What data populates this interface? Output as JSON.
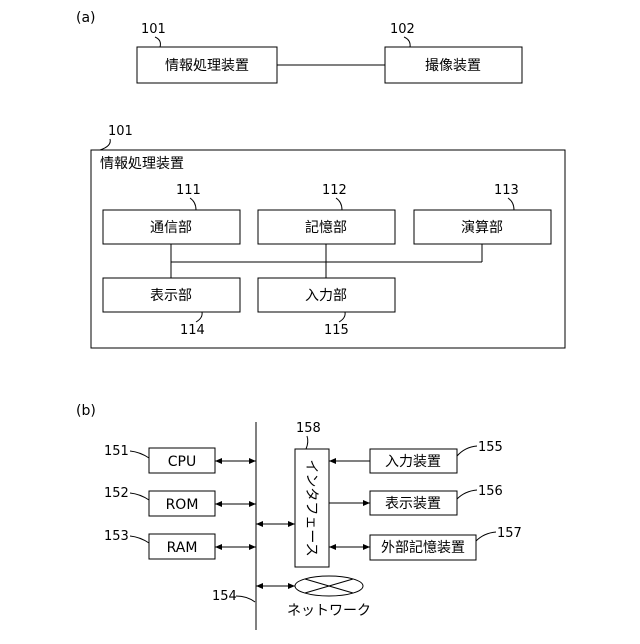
{
  "part_a": {
    "marker": "(a)",
    "top": {
      "info_device": {
        "ref": "101",
        "label": "情報処理装置"
      },
      "camera": {
        "ref": "102",
        "label": "撮像装置"
      }
    },
    "detail": {
      "ref": "101",
      "title": "情報処理装置",
      "units": {
        "comm": {
          "ref": "111",
          "label": "通信部"
        },
        "storage": {
          "ref": "112",
          "label": "記憶部"
        },
        "compute": {
          "ref": "113",
          "label": "演算部"
        },
        "display": {
          "ref": "114",
          "label": "表示部"
        },
        "input": {
          "ref": "115",
          "label": "入力部"
        }
      }
    }
  },
  "part_b": {
    "marker": "(b)",
    "cpu": {
      "ref": "151",
      "label": "CPU"
    },
    "rom": {
      "ref": "152",
      "label": "ROM"
    },
    "ram": {
      "ref": "153",
      "label": "RAM"
    },
    "bus": {
      "ref": "154"
    },
    "input_device": {
      "ref": "155",
      "label": "入力装置"
    },
    "display_device": {
      "ref": "156",
      "label": "表示装置"
    },
    "external_storage": {
      "ref": "157",
      "label": "外部記憶装置"
    },
    "interface": {
      "ref": "158",
      "label": "インタフェース"
    },
    "network": {
      "label": "ネットワーク"
    }
  }
}
